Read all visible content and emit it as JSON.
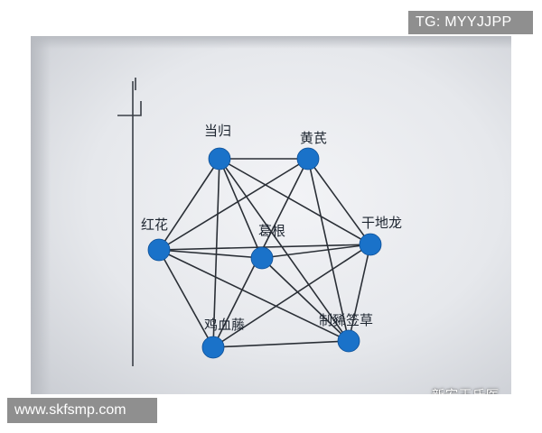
{
  "watermarks": {
    "top_tag": "TG: MYYJJPP",
    "bottom_tag": "www.skfsmp.com",
    "wechat_account": "新安王氏医学",
    "wechat_icon": "wechat-icon"
  },
  "diagram": {
    "node_color": "#1a72c9",
    "edge_color": "#2a2f36",
    "nodes": [
      {
        "id": "danggui",
        "label": "当归"
      },
      {
        "id": "huangqi",
        "label": "黄芪"
      },
      {
        "id": "honghua",
        "label": "红花"
      },
      {
        "id": "gegen",
        "label": "葛根"
      },
      {
        "id": "dilong",
        "label": "干地龙"
      },
      {
        "id": "jixueteng",
        "label": "鸡血藤"
      },
      {
        "id": "xixiancao",
        "label": "制豨签草"
      }
    ],
    "edges": [
      [
        "danggui",
        "huangqi"
      ],
      [
        "danggui",
        "honghua"
      ],
      [
        "danggui",
        "gegen"
      ],
      [
        "danggui",
        "dilong"
      ],
      [
        "danggui",
        "jixueteng"
      ],
      [
        "danggui",
        "xixiancao"
      ],
      [
        "huangqi",
        "honghua"
      ],
      [
        "huangqi",
        "jixueteng"
      ],
      [
        "huangqi",
        "dilong"
      ],
      [
        "huangqi",
        "xixiancao"
      ],
      [
        "honghua",
        "gegen"
      ],
      [
        "honghua",
        "dilong"
      ],
      [
        "honghua",
        "jixueteng"
      ],
      [
        "honghua",
        "xixiancao"
      ],
      [
        "gegen",
        "dilong"
      ],
      [
        "gegen",
        "xixiancao"
      ],
      [
        "jixueteng",
        "dilong"
      ],
      [
        "jixueteng",
        "xixiancao"
      ],
      [
        "dilong",
        "xixiancao"
      ]
    ]
  }
}
